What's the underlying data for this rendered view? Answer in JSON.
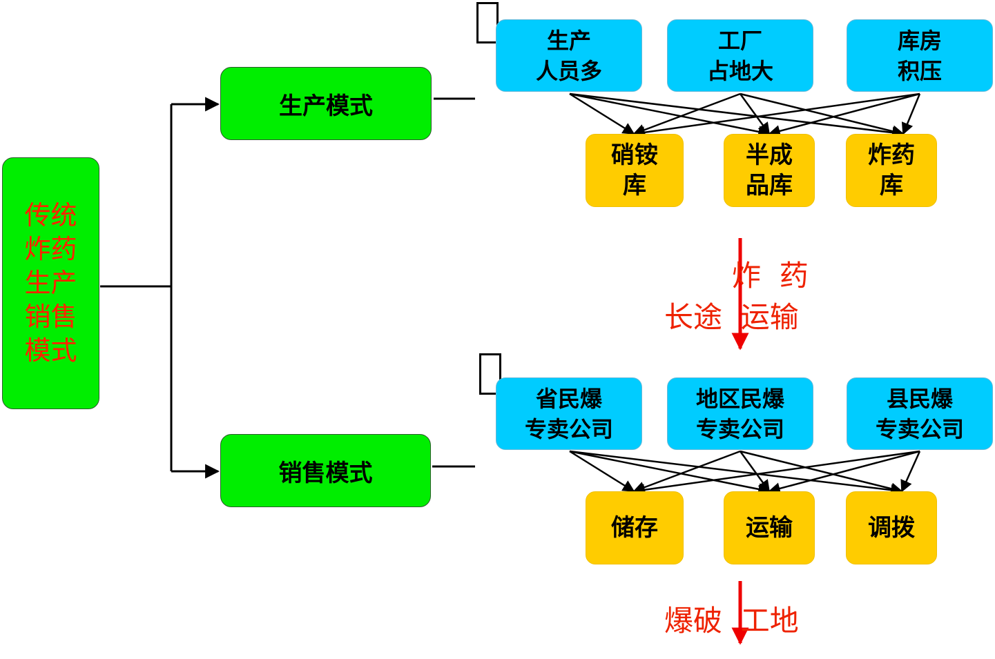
{
  "main_label": "传统\n炸药\n生产\n销售\n模式",
  "modes": {
    "production": "生产模式",
    "sales": "销售模式"
  },
  "production_top": [
    "生产\n人员多",
    "工厂\n占地大",
    "库房\n积压"
  ],
  "production_bottom": [
    "硝铵\n库",
    "半成\n品库",
    "炸药\n库"
  ],
  "sales_top": [
    "省民爆\n专卖公司",
    "地区民爆\n专卖公司",
    "县民爆\n专卖公司"
  ],
  "sales_bottom": [
    "储存",
    "运输",
    "调拨"
  ],
  "transport_note": {
    "line1": "炸  药",
    "line2": "长途  运输"
  },
  "destination_note": "爆破  工地",
  "colors": {
    "green": "#00ee00",
    "blue": "#00ccff",
    "gold": "#ffcc00",
    "red": "#ff2200",
    "line": "#000000"
  }
}
